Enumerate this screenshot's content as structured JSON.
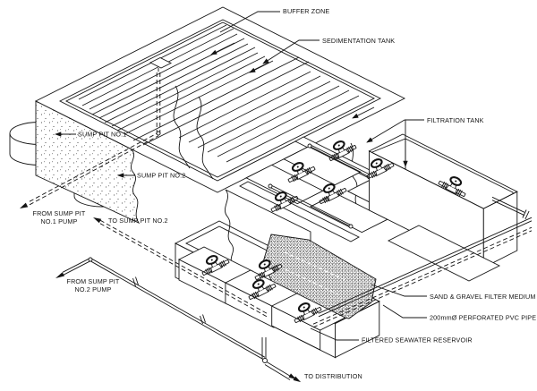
{
  "figure": {
    "background_color": "#ffffff",
    "ink_color": "#141414"
  },
  "labels": {
    "buffer_zone": "BUFFER ZONE",
    "sedimentation_tank": "SEDIMENTATION TANK",
    "filtration_tank": "FILTRATION TANK",
    "sump_pit_no1": "SUMP PIT NO.1",
    "sump_pit_no2": "SUMP PIT NO.2",
    "from_sump1_line1": "FROM SUMP PIT",
    "from_sump1_line2": "NO.1 PUMP",
    "to_sump2": "TO SUMP PIT NO.2",
    "from_sump2_line1": "FROM SUMP PIT",
    "from_sump2_line2": "NO.2 PUMP",
    "sand_gravel": "SAND & GRAVEL FILTER MEDIUM",
    "pvc_pipe": "200mmØ PERFORATED PVC PIPE",
    "filtered_reservoir": "FILTERED SEAWATER RESERVOIR",
    "to_distribution": "TO DISTRIBUTION"
  }
}
